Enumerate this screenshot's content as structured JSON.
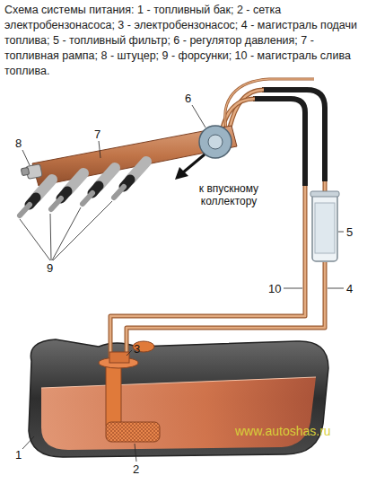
{
  "diagram": {
    "title": "Схема системы питания: 1 - топливный бак; 2 - сетка электробензонасоса; 3 - электробензонасос; 4 - магистраль подачи топлива; 5 - топливный фильтр; 6 - регулятор давления; 7 - топливная рампа; 8 - штуцер; 9 - форсунки; 10 - магистраль слива топлива.",
    "labels": [
      "8",
      "7",
      "6",
      "к впускному коллектору",
      "5",
      "9",
      "10",
      "4",
      "3",
      "1",
      "2",
      "www.autoshas.ru"
    ]
  }
}
